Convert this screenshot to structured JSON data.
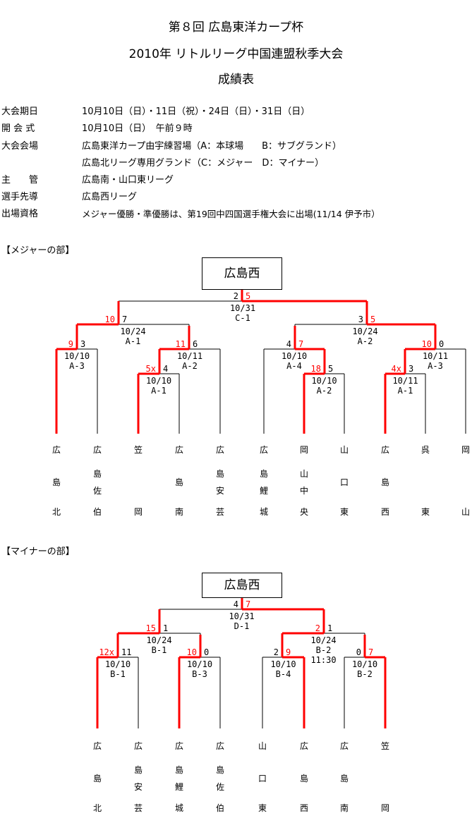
{
  "title": {
    "line1": "第８回 広島東洋カープ杯",
    "line2": "2010年 リトルリーグ中国連盟秋季大会",
    "line3": "成績表"
  },
  "info": [
    {
      "label": "大会期日",
      "value": "10月10日（日）・11日（祝）・24日（日）・31日（日）"
    },
    {
      "label": "開 会 式",
      "value": "10月10日（日）　午前９時"
    },
    {
      "label": "大会会場",
      "value": "広島東洋カープ由宇練習場（A：本球場　　B：サブグランド）"
    },
    {
      "label": "",
      "value": "広島北リーグ専用グランド（C：メジャー　D：マイナー）"
    },
    {
      "label": "主　　管",
      "value": "広島南・山口東リーグ"
    },
    {
      "label": "選手先導",
      "value": "広島西リーグ"
    },
    {
      "label": "出場資格",
      "value": "メジャー優勝・準優勝は、第19回中四国選手権大会に出場(11/14 伊予市）"
    }
  ],
  "major": {
    "section": "【メジャーの部】",
    "champion": "広島西",
    "teams": [
      [
        "広",
        "島",
        "北"
      ],
      [
        "広",
        "島佐",
        "伯"
      ],
      [
        "笠",
        "",
        "岡"
      ],
      [
        "広",
        "島",
        "南"
      ],
      [
        "広",
        "島安",
        "芸"
      ],
      [
        "広",
        "島鯉",
        "城"
      ],
      [
        "岡",
        "山中",
        "央"
      ],
      [
        "山",
        "口",
        "東"
      ],
      [
        "広",
        "島",
        "西"
      ],
      [
        "呉",
        "",
        "東"
      ],
      [
        "岡",
        "",
        "山"
      ]
    ],
    "matches": [
      {
        "id": "m_r1a",
        "date": "10/10",
        "venue": "A-1",
        "left": "5x",
        "right": "4"
      },
      {
        "id": "m_r1b",
        "date": "10/10",
        "venue": "A-2",
        "left": "18",
        "right": "5"
      },
      {
        "id": "m_r1c",
        "date": "10/11",
        "venue": "A-1",
        "left": "4x",
        "right": "3"
      },
      {
        "id": "m_r2a",
        "date": "10/10",
        "venue": "A-3",
        "left": "9",
        "right": "3"
      },
      {
        "id": "m_r2b",
        "date": "10/11",
        "venue": "A-2",
        "left": "11",
        "right": "6"
      },
      {
        "id": "m_r2c",
        "date": "10/10",
        "venue": "A-4",
        "left": "4",
        "right": "7"
      },
      {
        "id": "m_r2d",
        "date": "10/11",
        "venue": "A-3",
        "left": "10",
        "right": "0"
      },
      {
        "id": "m_sf1",
        "date": "10/24",
        "venue": "A-1",
        "left": "10",
        "right": "7"
      },
      {
        "id": "m_sf2",
        "date": "10/24",
        "venue": "A-2",
        "left": "3",
        "right": "5"
      },
      {
        "id": "m_f",
        "date": "10/31",
        "venue": "C-1",
        "left": "2",
        "right": "5"
      }
    ]
  },
  "minor": {
    "section": "【マイナーの部】",
    "champion": "広島西",
    "teams": [
      [
        "広",
        "島",
        "北"
      ],
      [
        "広",
        "島安",
        "芸"
      ],
      [
        "広",
        "島鯉",
        "城"
      ],
      [
        "広",
        "島佐",
        "伯"
      ],
      [
        "山",
        "口",
        "東"
      ],
      [
        "広",
        "島",
        "西"
      ],
      [
        "広",
        "島",
        "南"
      ],
      [
        "笠",
        "",
        "岡"
      ]
    ],
    "matches": [
      {
        "id": "n_q1",
        "date": "10/10",
        "venue": "B-1",
        "left": "12x",
        "right": "11"
      },
      {
        "id": "n_q2",
        "date": "10/10",
        "venue": "B-3",
        "left": "10",
        "right": "0"
      },
      {
        "id": "n_q3",
        "date": "10/10",
        "venue": "B-4",
        "left": "2",
        "right": "9"
      },
      {
        "id": "n_q4",
        "date": "10/10",
        "venue": "B-2",
        "left": "0",
        "right": "7"
      },
      {
        "id": "n_sf1",
        "date": "10/24",
        "venue": "B-1",
        "left": "15",
        "right": "1"
      },
      {
        "id": "n_sf2",
        "date": "10/24",
        "venue": "B-2",
        "time": "11:30",
        "left": "2",
        "right": "1"
      },
      {
        "id": "n_f",
        "date": "10/31",
        "venue": "D-1",
        "left": "4",
        "right": "7"
      }
    ]
  },
  "colors": {
    "winner": "#ff0000",
    "line": "#000000"
  }
}
